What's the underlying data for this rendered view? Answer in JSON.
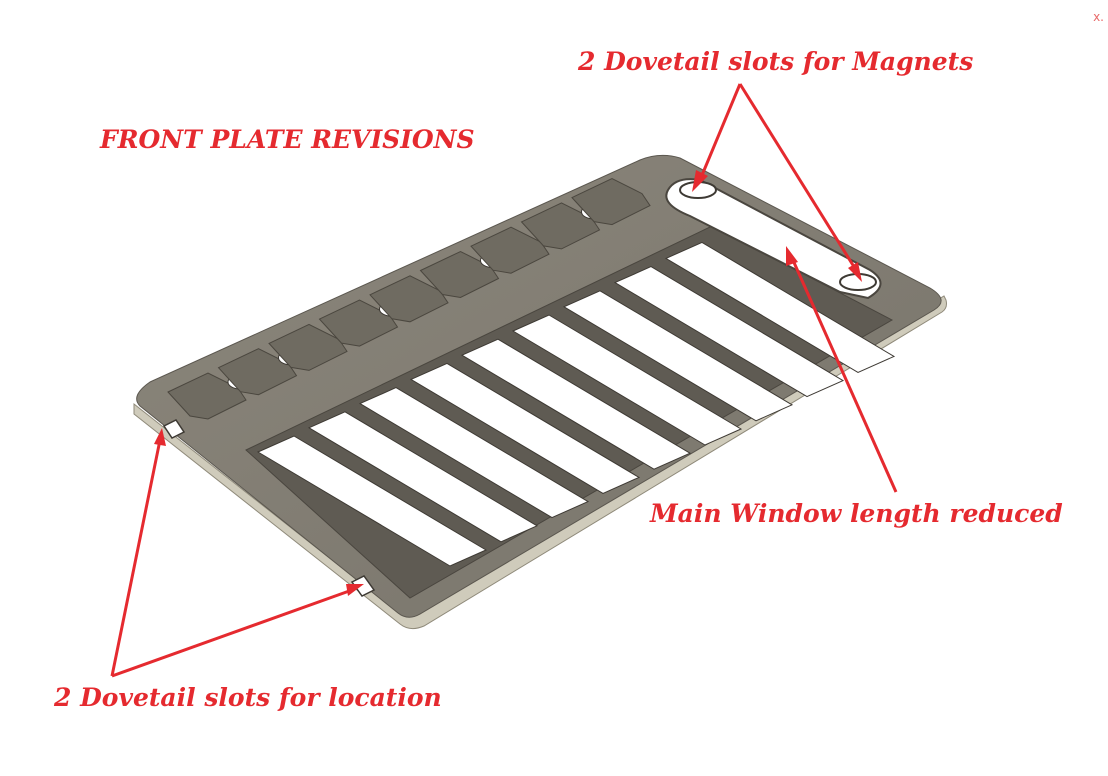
{
  "window": {
    "close_label": "x."
  },
  "annotations": {
    "title": "FRONT PLATE REVISIONS",
    "magnets": "2 Dovetail slots for Magnets",
    "window": "Main Window length reduced",
    "location": "2 Dovetail slots for location"
  },
  "colors": {
    "annotation": "#e52a2f",
    "plate_top": "#7f7a70",
    "plate_edge": "#c9c5b4",
    "window_fill": "#ffffff",
    "recess": "#6e6a61"
  }
}
